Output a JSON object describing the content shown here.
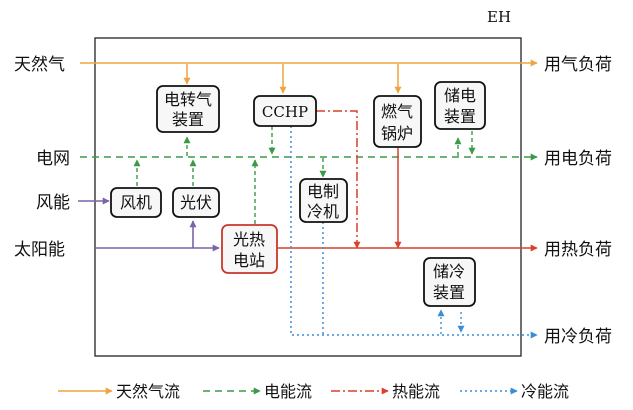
{
  "title": "EH",
  "inputs": {
    "gas": "天然气",
    "grid": "电网",
    "wind": "风能",
    "solar": "太阳能"
  },
  "outputs": {
    "gas_load": "用气负荷",
    "elec_load": "用电负荷",
    "heat_load": "用热负荷",
    "cold_load": "用冷负荷"
  },
  "devices": {
    "p2g": [
      "电转气",
      "装置"
    ],
    "cchp": "CCHP",
    "boiler": [
      "燃气",
      "锅炉"
    ],
    "battery": [
      "储电",
      "装置"
    ],
    "wind_turbine": "风机",
    "pv": "光伏",
    "chiller": [
      "电制",
      "冷机"
    ],
    "csp": [
      "光热",
      "电站"
    ],
    "cold_storage": [
      "储冷",
      "装置"
    ]
  },
  "legend": {
    "gas_flow": "天然气流",
    "elec_flow": "电能流",
    "heat_flow": "热能流",
    "cold_flow": "冷能流"
  },
  "colors": {
    "gas": "#f0a440",
    "elec": "#3a9a48",
    "heat": "#d9412c",
    "cold": "#3a8ed8",
    "renewable": "#7a63a8",
    "csp_border": "#c9362a",
    "box_border": "#111111",
    "box_fill": "#f7f7f7"
  }
}
